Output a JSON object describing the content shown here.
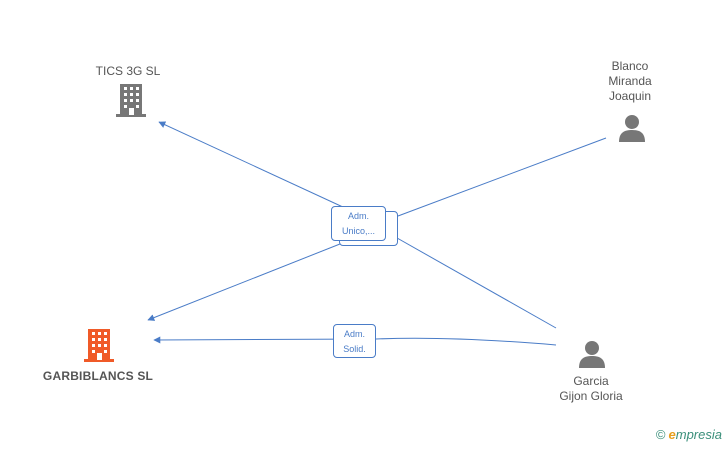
{
  "nodes": {
    "tics": {
      "label": "TICS 3G SL",
      "icon": "building-icon",
      "color": "#777777"
    },
    "garbiblancs": {
      "label": "GARBIBLANCS SL",
      "icon": "building-icon",
      "color": "#f05a28"
    },
    "blanco": {
      "label_lines": [
        "Blanco",
        "Miranda",
        "Joaquin"
      ],
      "icon": "person-icon",
      "color": "#777777"
    },
    "garcia": {
      "label_lines": [
        "Garcia",
        "Gijon Gloria"
      ],
      "icon": "person-icon",
      "color": "#777777"
    }
  },
  "edges": {
    "center_label_lines": [
      "Adm.",
      "Unico,..."
    ],
    "bottom_label_lines": [
      "Adm.",
      "Solid."
    ],
    "color": "#4a7cc7"
  },
  "watermark": {
    "copyright": "©",
    "brand_initial": "e",
    "brand_rest": "mpresia"
  }
}
